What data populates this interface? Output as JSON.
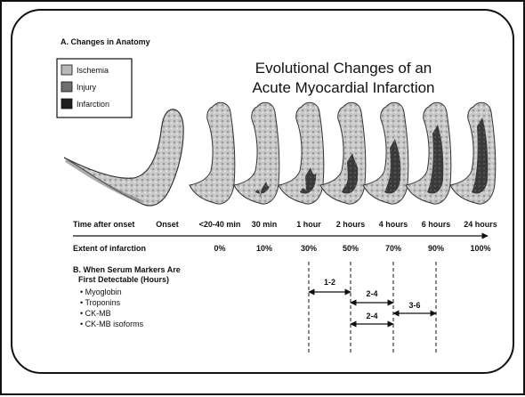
{
  "section_a": "A. Changes in Anatomy",
  "title_line1": "Evolutional Changes of an",
  "title_line2": "Acute Myocardial Infarction",
  "legend": [
    {
      "label": "Ischemia",
      "color": "#b8b8b8"
    },
    {
      "label": "Injury",
      "color": "#6f6f6f"
    },
    {
      "label": "Infarction",
      "color": "#1e1e1e"
    }
  ],
  "time_label": "Time after onset",
  "time_points": [
    "Onset",
    "<20-40 min",
    "30 min",
    "1 hour",
    "2 hours",
    "4 hours",
    "6 hours",
    "24 hours"
  ],
  "extent_label": "Extent of infarction",
  "extents": [
    "0%",
    "10%",
    "30%",
    "50%",
    "70%",
    "90%",
    "100%"
  ],
  "section_b_line1": "B. When Serum Markers Are",
  "section_b_line2": "First Detectable (Hours)",
  "markers": [
    "Myoglobin",
    "Troponins",
    "CK-MB",
    "CK-MB isoforms"
  ],
  "intervals": [
    "1-2",
    "2-4",
    "3-6",
    "2-4"
  ]
}
